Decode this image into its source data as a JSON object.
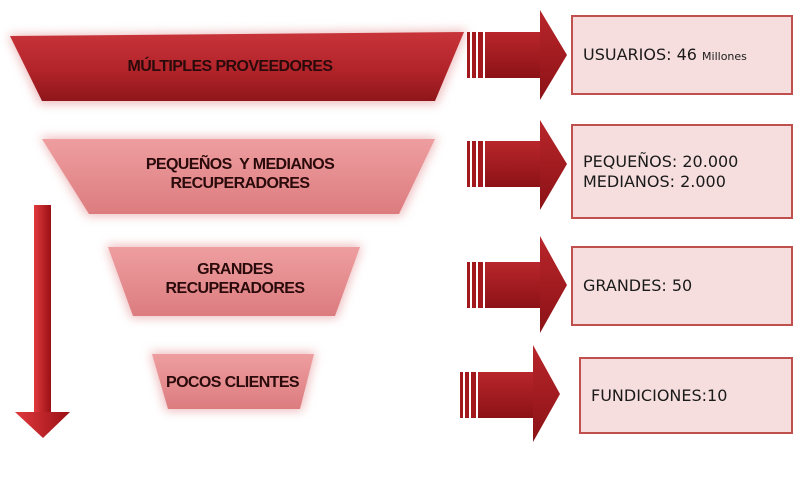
{
  "colors": {
    "tier1": "#b2242a",
    "tier_light": "#e78f91",
    "tier_glow": "#e8a5a7",
    "arrow": "#a3181d",
    "box_fill": "#f6dede",
    "box_border": "#c0504d"
  },
  "funnel": {
    "tiers": [
      {
        "label_lines": [
          "MÚLTIPLES PROVEEDORES"
        ]
      },
      {
        "label_lines": [
          "PEQUEÑOS  Y MEDIANOS",
          "RECUPERADORES"
        ]
      },
      {
        "label_lines": [
          "GRANDES",
          "RECUPERADORES"
        ]
      },
      {
        "label_lines": [
          "POCOS CLIENTES"
        ]
      }
    ]
  },
  "boxes": [
    {
      "line1": "USUARIOS: 46",
      "line1_small": "Millones"
    },
    {
      "line1": "PEQUEÑOS: 20.000",
      "line2": "MEDIANOS: 2.000"
    },
    {
      "line1": "GRANDES: 50"
    },
    {
      "line1": "FUNDICIONES:10"
    }
  ]
}
